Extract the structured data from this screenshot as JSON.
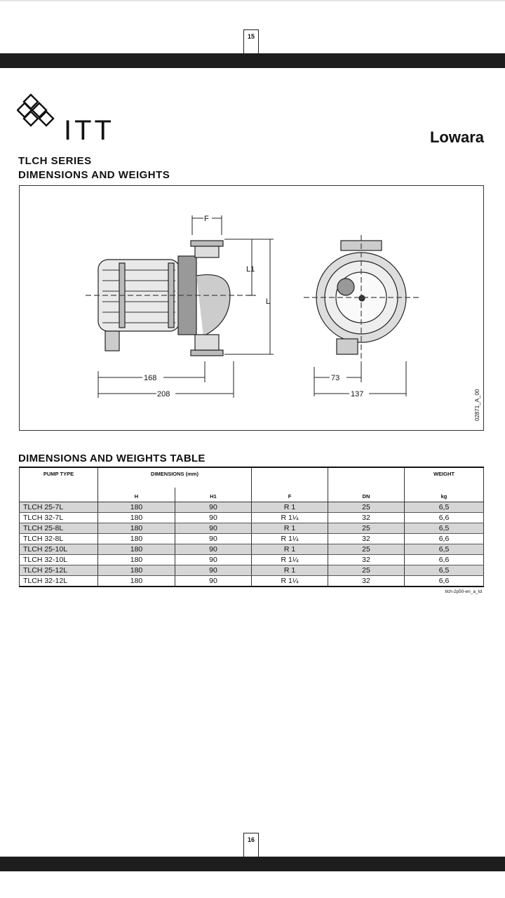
{
  "page_top": {
    "page_number": "15"
  },
  "page_bottom": {
    "page_number": "16"
  },
  "header": {
    "brand": "ITT",
    "brand_right": "Lowara"
  },
  "titles": {
    "series": "TLCH SERIES",
    "section": "DIMENSIONS AND WEIGHTS",
    "table": "DIMENSIONS AND WEIGHTS TABLE"
  },
  "drawing": {
    "labels": {
      "f": "F",
      "l1": "L1",
      "l": "L",
      "d168": "168",
      "d208": "208",
      "d73": "73",
      "d137": "137"
    },
    "code": "02871_A_00"
  },
  "table": {
    "header1": {
      "pump_type": "PUMP TYPE",
      "dimensions": "DIMENSIONS (mm)",
      "weight": "WEIGHT"
    },
    "header2": {
      "h": "H",
      "h1": "H1",
      "f": "F",
      "dn": "DN",
      "kg": "kg"
    },
    "rows": [
      {
        "type": "TLCH 25-7L",
        "h": "180",
        "h1": "90",
        "f": "R 1",
        "dn": "25",
        "kg": "6,5"
      },
      {
        "type": "TLCH 32-7L",
        "h": "180",
        "h1": "90",
        "f": "R 1¼",
        "dn": "32",
        "kg": "6,6"
      },
      {
        "type": "TLCH 25-8L",
        "h": "180",
        "h1": "90",
        "f": "R 1",
        "dn": "25",
        "kg": "6,5"
      },
      {
        "type": "TLCH 32-8L",
        "h": "180",
        "h1": "90",
        "f": "R 1¼",
        "dn": "32",
        "kg": "6,6"
      },
      {
        "type": "TLCH 25-10L",
        "h": "180",
        "h1": "90",
        "f": "R 1",
        "dn": "25",
        "kg": "6,5"
      },
      {
        "type": "TLCH 32-10L",
        "h": "180",
        "h1": "90",
        "f": "R 1¼",
        "dn": "32",
        "kg": "6,6"
      },
      {
        "type": "TLCH 25-12L",
        "h": "180",
        "h1": "90",
        "f": "R 1",
        "dn": "25",
        "kg": "6,5"
      },
      {
        "type": "TLCH 32-12L",
        "h": "180",
        "h1": "90",
        "f": "R 1¼",
        "dn": "32",
        "kg": "6,6"
      }
    ],
    "footer_code": "tlch-2p50-en_a_td"
  }
}
